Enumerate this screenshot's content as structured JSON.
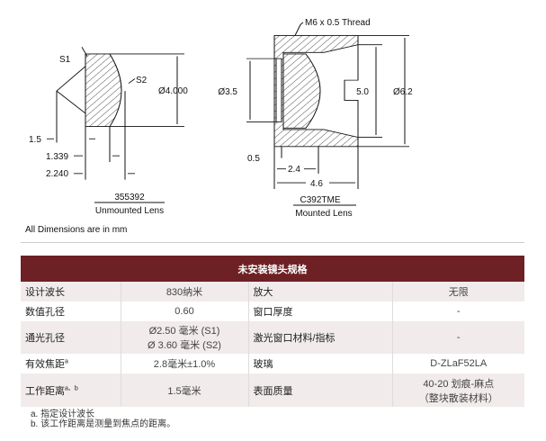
{
  "drawing": {
    "thread_label": "M6 x 0.5 Thread",
    "unmounted": {
      "s1": "S1",
      "s2": "S2",
      "diameter": "Ø4.000",
      "dim_1": "1.5",
      "dim_2": "1.339",
      "dim_3": "2.240",
      "part": "355392",
      "caption": "Unmounted Lens"
    },
    "mounted": {
      "clear": "Ø3.5",
      "inner": "5.0",
      "outer": "Ø6.2",
      "dim_1": "0.5",
      "dim_2": "2.4",
      "dim_3": "4.6",
      "part": "C392TME",
      "caption": "Mounted Lens"
    },
    "note": "All Dimensions are in mm"
  },
  "table": {
    "title": "未安装镜头规格",
    "rows": [
      {
        "l1": "设计波长",
        "v1": "830纳米",
        "l2": "放大",
        "v2": "无限"
      },
      {
        "l1": "数值孔径",
        "v1": "0.60",
        "l2": "窗口厚度",
        "v2": "-"
      },
      {
        "l1": "通光孔径",
        "v1": "Ø2.50 毫米 (S1)",
        "v1b": "Ø 3.60 毫米 (S2)",
        "l2": "激光窗口材料/指标",
        "v2": "-"
      },
      {
        "l1": "有效焦距",
        "sup": "a",
        "v1": "2.8毫米±1.0%",
        "l2": "玻璃",
        "v2": "D-ZLaF52LA"
      },
      {
        "l1": "工作距离",
        "sup": "a、b",
        "v1": "1.5毫米",
        "l2": "表面质量",
        "v2": "40-20 划痕-麻点",
        "v2b": "（整块散装材料）"
      }
    ]
  },
  "footnotes": [
    "a. 指定设计波长",
    "b. 该工作距离是测量到焦点的距离。"
  ]
}
